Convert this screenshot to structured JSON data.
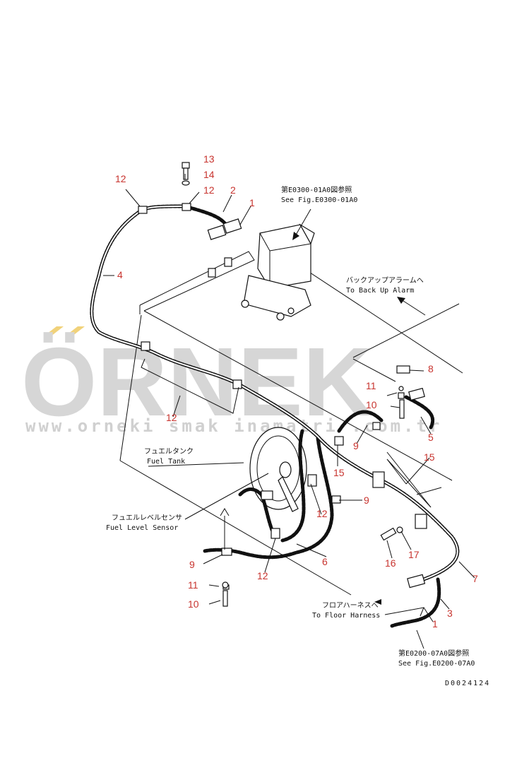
{
  "watermark": {
    "brand": "ÖRNEK",
    "url": "www.orneki smak inamatri .com.tr"
  },
  "references": {
    "fig_e0300_jp": "第E0300-01A0図参照",
    "fig_e0300_en": "See Fig.E0300-01A0",
    "back_up_alarm_jp": "バックアップアラームへ",
    "back_up_alarm_en": "To Back Up Alarm",
    "fuel_tank_jp": "フュエルタンク",
    "fuel_tank_en": "Fuel Tank",
    "fuel_level_sensor_jp": "フュエルレベルセンサ",
    "fuel_level_sensor_en": "Fuel Level Sensor",
    "floor_harness_jp": "フロアハーネスへ",
    "floor_harness_en": "To Floor Harness",
    "fig_e0200_jp": "第E0200-07A0図参照",
    "fig_e0200_en": "See Fig.E0200-07A0",
    "drawing_number": "D0024124"
  },
  "callouts": {
    "n13": "13",
    "n14": "14",
    "n12a": "12",
    "n12b": "12",
    "n2": "2",
    "n1a": "1",
    "n4": "4",
    "n8": "8",
    "n11a": "11",
    "n10a": "10",
    "n5": "5",
    "n9a": "9",
    "n12c": "12",
    "n15a": "15",
    "n15b": "15",
    "n9b": "9",
    "n12d": "12",
    "n17": "17",
    "n16": "16",
    "n7": "7",
    "n6": "6",
    "n9c": "9",
    "n12e": "12",
    "n11b": "11",
    "n10b": "10",
    "n3": "3",
    "n1b": "1"
  }
}
